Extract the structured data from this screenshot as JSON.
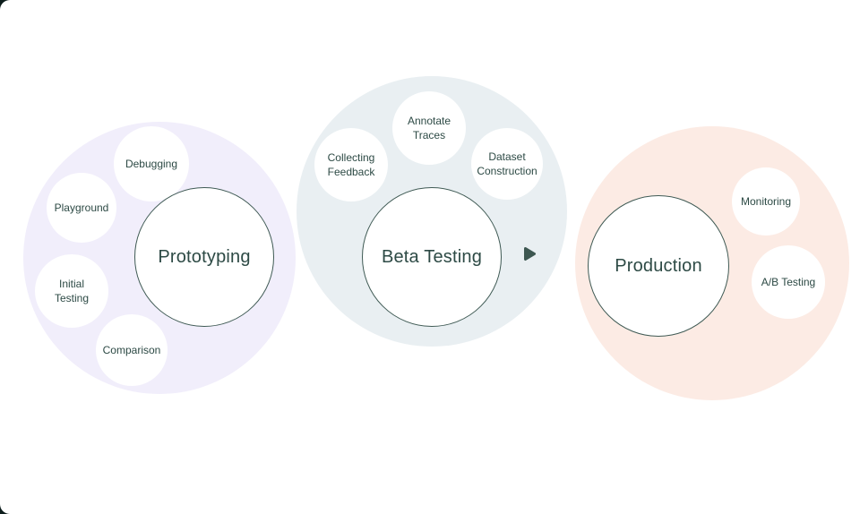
{
  "colors": {
    "page_background": "#ffffff",
    "corner_notch": "#0d1d1c",
    "text": "#2d4a45",
    "core_circle_border": "#3f5a54",
    "arrow": "#3d5751",
    "prototyping_halo": "#f1eefb",
    "beta_testing_halo": "#e9eff2",
    "production_halo": "#fcebe4",
    "satellite_fill": "#ffffff"
  },
  "diagram": {
    "stages": [
      {
        "label": "Prototyping",
        "satellites": [
          {
            "label": "Debugging"
          },
          {
            "label": "Playground"
          },
          {
            "label": "Initial\nTesting"
          },
          {
            "label": "Comparison"
          }
        ]
      },
      {
        "label": "Beta Testing",
        "satellites": [
          {
            "label": "Collecting\nFeedback"
          },
          {
            "label": "Annotate\nTraces"
          },
          {
            "label": "Dataset\nConstruction"
          }
        ]
      },
      {
        "label": "Production",
        "satellites": [
          {
            "label": "Monitoring"
          },
          {
            "label": "A/B Testing"
          }
        ]
      }
    ],
    "arrows": [
      {
        "name": "prototyping-to-beta-testing"
      },
      {
        "name": "beta-testing-to-production"
      }
    ]
  }
}
